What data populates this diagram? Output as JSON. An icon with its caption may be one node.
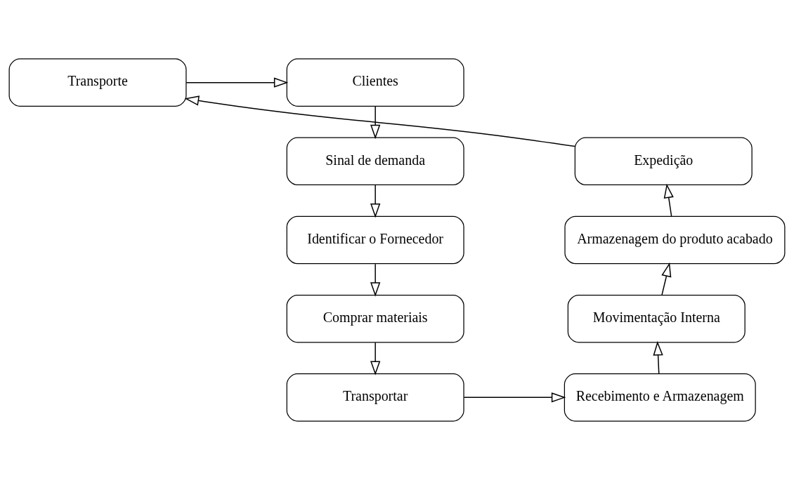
{
  "diagram": {
    "nodes": [
      {
        "text": [
          "Clientes"
        ]
      },
      {
        "text": [
          "Transporte"
        ]
      },
      {
        "text": [
          "Sinal de demanda"
        ]
      },
      {
        "text": [
          "Identificar o Fornecedor"
        ]
      },
      {
        "text": [
          "Comprar materiais"
        ]
      },
      {
        "text": [
          "Transportar"
        ]
      },
      {
        "text": [
          "Recebimento e Armazenagem"
        ]
      },
      {
        "text": [
          "Movimentação Interna"
        ]
      },
      {
        "text": [
          "Armazenagem do produto acabado"
        ]
      },
      {
        "text": [
          "Expedição"
        ]
      }
    ],
    "edges": [
      {
        "from": 1,
        "to": 0,
        "arrow": "to"
      },
      {
        "from": 0,
        "to": 2,
        "arrow": "to"
      },
      {
        "from": 2,
        "to": 3,
        "arrow": "to"
      },
      {
        "from": 3,
        "to": 4,
        "arrow": "to"
      },
      {
        "from": 4,
        "to": 5,
        "arrow": "to"
      },
      {
        "from": 5,
        "to": 6,
        "arrow": "to"
      },
      {
        "from": 6,
        "to": 7,
        "arrow": "to"
      },
      {
        "from": 7,
        "to": 8,
        "arrow": "to"
      },
      {
        "from": 8,
        "to": 9,
        "arrow": "to"
      },
      {
        "from": 9,
        "to": 1,
        "arrow": "to"
      }
    ]
  }
}
